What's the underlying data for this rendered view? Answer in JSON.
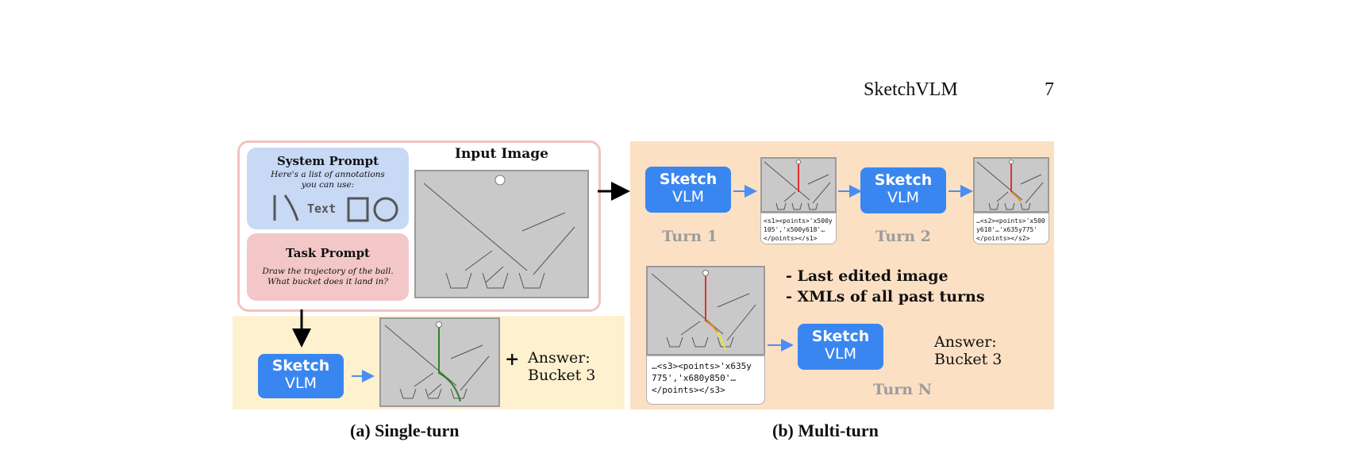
{
  "header": {
    "title": "SketchVLM",
    "page": "7"
  },
  "single_turn": {
    "system_prompt": {
      "title": "System Prompt",
      "subtitle_line1": "Here's a list of annotations",
      "subtitle_line2": "you can use:",
      "text_tool": "Text"
    },
    "task_prompt": {
      "title": "Task Prompt",
      "line1": "Draw the trajectory of the ball.",
      "line2": "What bucket does it land in?"
    },
    "input_image_title": "Input Image",
    "vlm": {
      "line1": "Sketch",
      "line2": "VLM"
    },
    "plus": "+",
    "answer": "Answer:\nBucket 3",
    "caption": "(a) Single-turn"
  },
  "multi_turn": {
    "vlm": {
      "line1": "Sketch",
      "line2": "VLM"
    },
    "turn1": "Turn 1",
    "turn2": "Turn 2",
    "turnN": "Turn N",
    "code1": "<s1><points>'x500y\n105','x500y618'…\n</points></s1>",
    "code2": "…<s2><points>'x500\ny618'…'x635y775'\n</points></s2>",
    "codeN": "…<s3><points>'x635y\n775','x680y850'…\n</points></s3>",
    "bullet1": "- Last edited image",
    "bullet2": "- XMLs of all past turns",
    "answer": "Answer:\nBucket 3",
    "caption": "(b) Multi-turn"
  },
  "colors": {
    "vlm_blue": "#3a86f0",
    "arrow_blue": "#4a8ef2",
    "single_bg": "#fef1cf",
    "multi_bg": "#fbe0c4",
    "trajectory_red": "#e03030",
    "trajectory_green": "#2f7d2f"
  }
}
